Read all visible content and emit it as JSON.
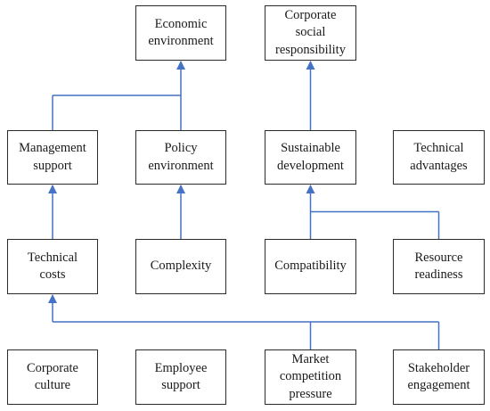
{
  "colors": {
    "connector": "#4472c4",
    "box_border": "#2b2b2b",
    "text": "#1a1a1a",
    "background": "#ffffff"
  },
  "nodes": {
    "economic_environment": "Economic\nenvironment",
    "corporate_social_responsibility": "Corporate\nsocial\nresponsibility",
    "management_support": "Management\nsupport",
    "policy_environment": "Policy\nenvironment",
    "sustainable_development": "Sustainable\ndevelopment",
    "technical_advantages": "Technical\nadvantages",
    "technical_costs": "Technical\ncosts",
    "complexity": "Complexity",
    "compatibility": "Compatibility",
    "resource_readiness": "Resource\nreadiness",
    "corporate_culture": "Corporate\nculture",
    "employee_support": "Employee\nsupport",
    "market_competition_pressure": "Market\ncompetition\npressure",
    "stakeholder_engagement": "Stakeholder\nengagement"
  },
  "edges": [
    {
      "from": "management_support",
      "to": "economic_environment"
    },
    {
      "from": "policy_environment",
      "to": "economic_environment"
    },
    {
      "from": "sustainable_development",
      "to": "corporate_social_responsibility"
    },
    {
      "from": "technical_costs",
      "to": "management_support"
    },
    {
      "from": "complexity",
      "to": "policy_environment"
    },
    {
      "from": "compatibility",
      "to": "sustainable_development"
    },
    {
      "from": "resource_readiness",
      "to": "sustainable_development"
    },
    {
      "from": "market_competition_pressure",
      "to": "technical_costs"
    },
    {
      "from": "stakeholder_engagement",
      "to": "technical_costs"
    }
  ]
}
